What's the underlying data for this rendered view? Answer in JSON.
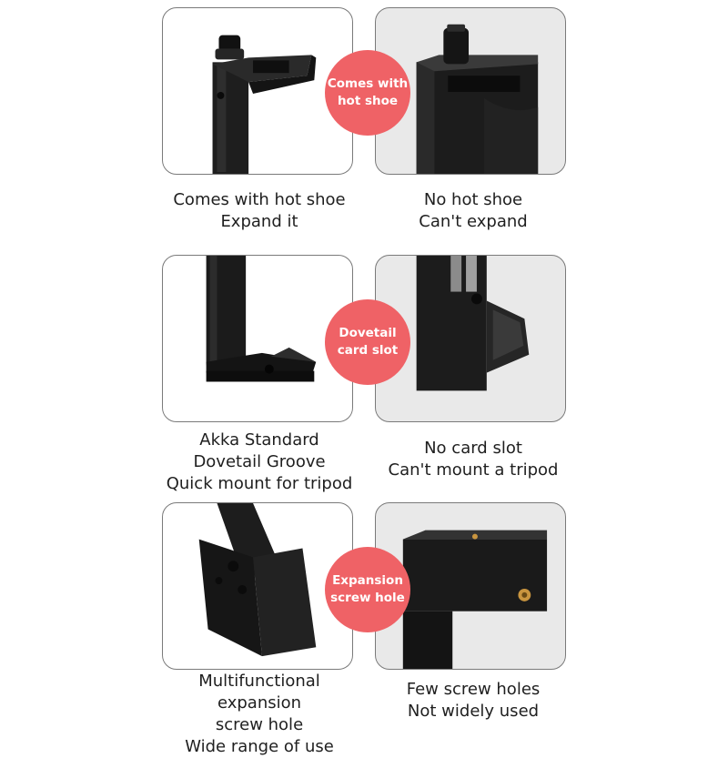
{
  "sections": [
    {
      "badge": [
        "Comes with",
        "hot shoe"
      ],
      "left_caption": [
        "Comes with hot shoe",
        "Expand it"
      ],
      "right_caption": [
        "No hot shoe",
        "Can't expand"
      ]
    },
    {
      "badge": [
        "Dovetail",
        "card slot"
      ],
      "left_caption": [
        "Akka Standard",
        "Dovetail Groove",
        "Quick mount for tripod"
      ],
      "right_caption": [
        "No card slot",
        "Can't mount a tripod"
      ]
    },
    {
      "badge": [
        "Expansion",
        "screw hole"
      ],
      "left_caption": [
        "Multifunctional expansion",
        "screw hole",
        "Wide range of use"
      ],
      "right_caption": [
        "Few screw holes",
        "Not widely used"
      ]
    }
  ],
  "colors": {
    "badge": "#ef6266",
    "product": "#1c1c1c",
    "brass": "#c9953f"
  }
}
